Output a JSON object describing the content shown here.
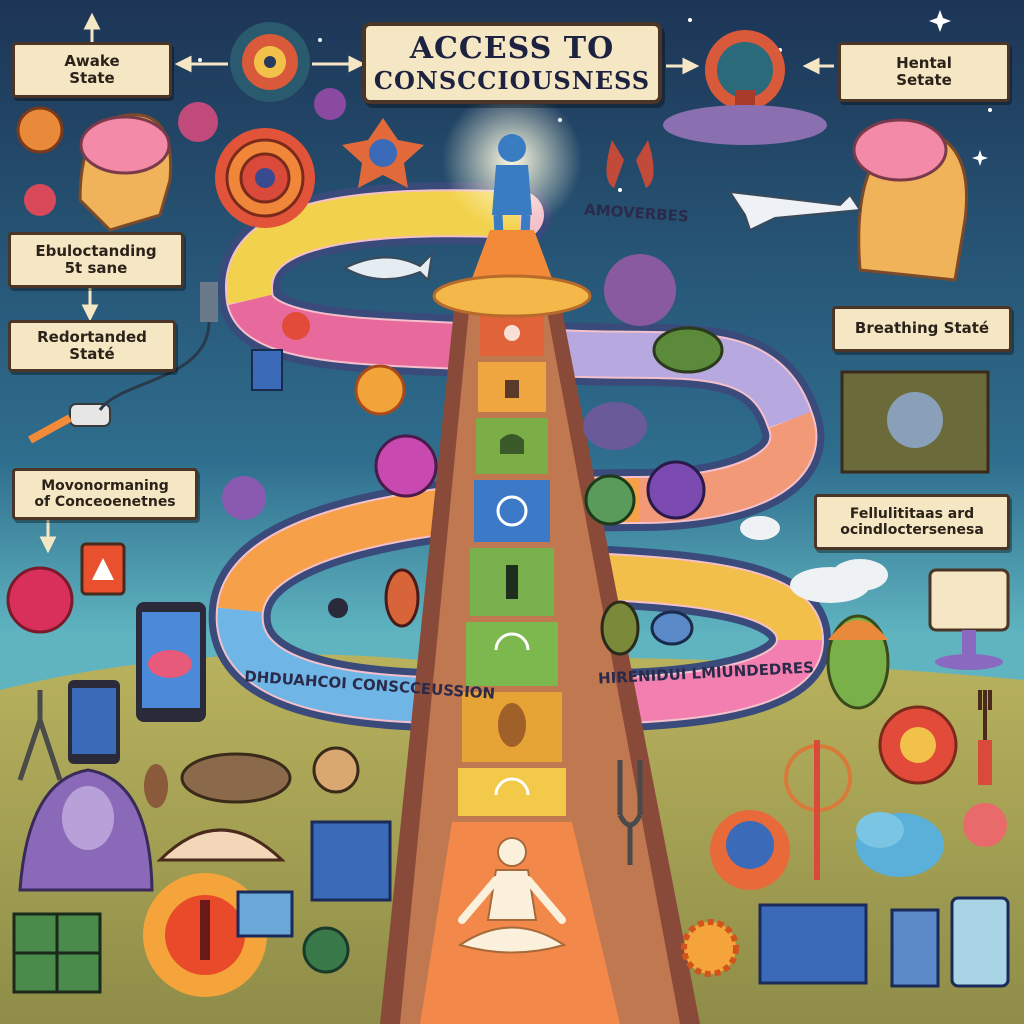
{
  "title": {
    "line1": "ACCESS TO",
    "line2": "CONSCCIOUSNESS"
  },
  "labels": {
    "awake": "Awake\nState",
    "mental": "Hental\nSetate",
    "ebu": "Ebuloctanding\n5t sane",
    "redo": "Redortanded\nStaté",
    "breathing": "Breathing Staté",
    "movo": "Movonormaning\nof Conceoenetnes",
    "felu": "Fellulititaas ard\nocindloctersenesa"
  },
  "path_texts": {
    "top": "AMOVERBES",
    "lower_left": "DHDUAHCOI CONSCCEUSSION",
    "lower_right": "HIRENIDUI LMIUNDEDRES"
  },
  "colors": {
    "sky_top": "#1d3556",
    "sky_mid": "#2f6e8e",
    "ground": "#a6a45a",
    "label_bg": "#f6e7c4",
    "ladder": [
      "#e1633a",
      "#f0a640",
      "#7cae48",
      "#3ba2c6",
      "#3c7ac8",
      "#e9b43c",
      "#78b04c",
      "#e6a436",
      "#f3c94a",
      "#f2884a"
    ]
  },
  "icons": [
    "brain-head-icon",
    "mandala-icon",
    "meditating-figure-icon",
    "airplane-icon",
    "smartphone-icon",
    "cloud-icon",
    "sun-icon",
    "hooded-figure-icon",
    "globe-icon",
    "lungs-icon"
  ]
}
